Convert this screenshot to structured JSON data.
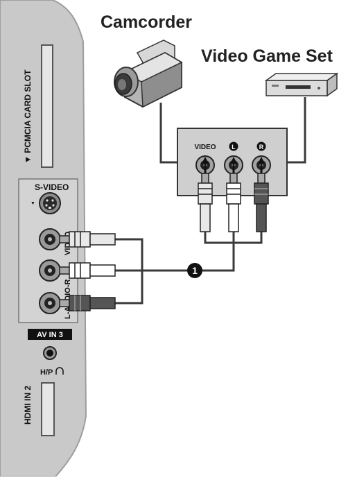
{
  "titles": {
    "camcorder": "Camcorder",
    "video_game_set": "Video Game Set"
  },
  "tv_panel": {
    "pcmcia_label": "▼ PCMCIA CARD SLOT",
    "svideo_label": "S-VIDEO",
    "svideo_arrow": "▼",
    "video_label": "VIDEO",
    "audio_label": "L-AUDIO-R",
    "av_in_label": "AV IN 3",
    "headphone_label": "H/P",
    "hdmi_label": "HDMI IN 2"
  },
  "source_box": {
    "video_label": "VIDEO",
    "left_label": "L",
    "right_label": "R"
  },
  "callout_number": "1",
  "colors": {
    "panel": "#c8c8c8",
    "panel_edge": "#9a9a9a",
    "box_fill": "#cfcfcf",
    "cable": "#3a3a3a",
    "plug_video": "#e8e8e8",
    "plug_left": "#ffffff",
    "plug_right": "#555555",
    "callout_fill": "#111111"
  }
}
